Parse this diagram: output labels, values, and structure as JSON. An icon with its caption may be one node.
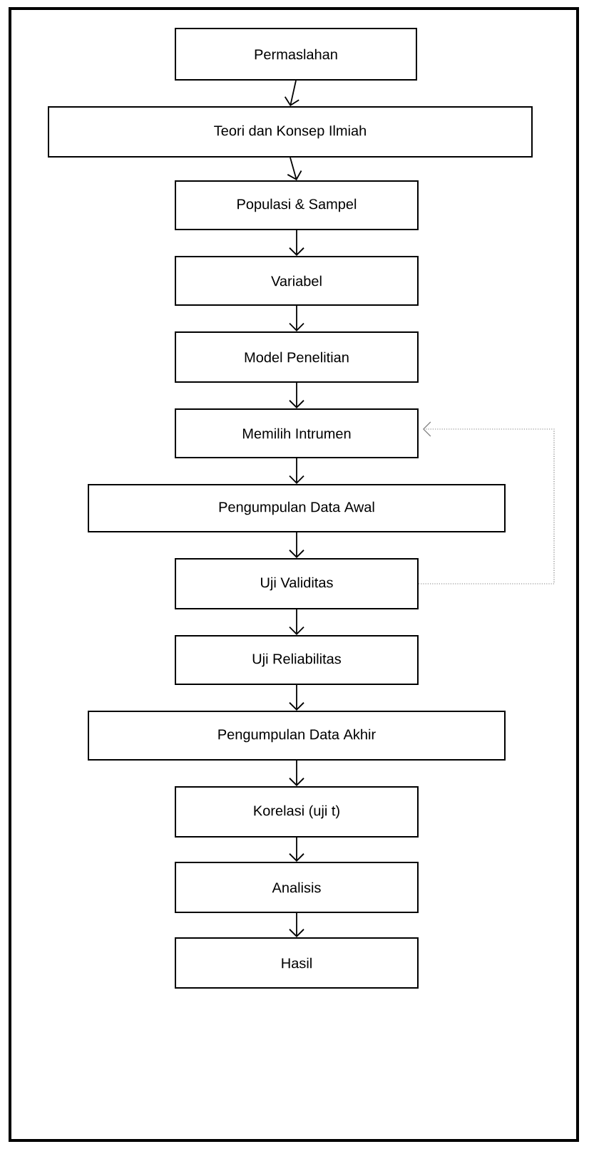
{
  "diagram": {
    "nodes": [
      {
        "text": [
          "Permaslahan"
        ]
      },
      {
        "text": [
          "Teori dan Konsep Ilmiah"
        ]
      },
      {
        "text": [
          "Populasi & Sampel"
        ]
      },
      {
        "text": [
          "Variabel"
        ]
      },
      {
        "text": [
          "Model Penelitian"
        ]
      },
      {
        "text": [
          "Memilih Intrumen"
        ]
      },
      {
        "text": [
          "Pengumpulan Data Awal"
        ]
      },
      {
        "text": [
          "Uji Validitas"
        ]
      },
      {
        "text": [
          "Uji Reliabilitas"
        ]
      },
      {
        "text": [
          "Pengumpulan Data Akhir"
        ]
      },
      {
        "text": [
          "Korelasi (uji t)"
        ]
      },
      {
        "text": [
          "Analisis"
        ]
      },
      {
        "text": [
          "Hasil"
        ]
      }
    ],
    "edges": [
      {
        "from": 0,
        "to": 1,
        "arrow": "to"
      },
      {
        "from": 1,
        "to": 2,
        "arrow": "to"
      },
      {
        "from": 2,
        "to": 3,
        "arrow": "to"
      },
      {
        "from": 3,
        "to": 4,
        "arrow": "to"
      },
      {
        "from": 4,
        "to": 5,
        "arrow": "to"
      },
      {
        "from": 5,
        "to": 6,
        "arrow": "to"
      },
      {
        "from": 6,
        "to": 7,
        "arrow": "to"
      },
      {
        "from": 7,
        "to": 5,
        "arrow": "to",
        "style": "dashed",
        "color": "#808080"
      },
      {
        "from": 7,
        "to": 8,
        "arrow": "to"
      },
      {
        "from": 8,
        "to": 9,
        "arrow": "to"
      },
      {
        "from": 9,
        "to": 10,
        "arrow": "to"
      },
      {
        "from": 10,
        "to": 11,
        "arrow": "to"
      },
      {
        "from": 11,
        "to": 12,
        "arrow": "to"
      }
    ]
  }
}
